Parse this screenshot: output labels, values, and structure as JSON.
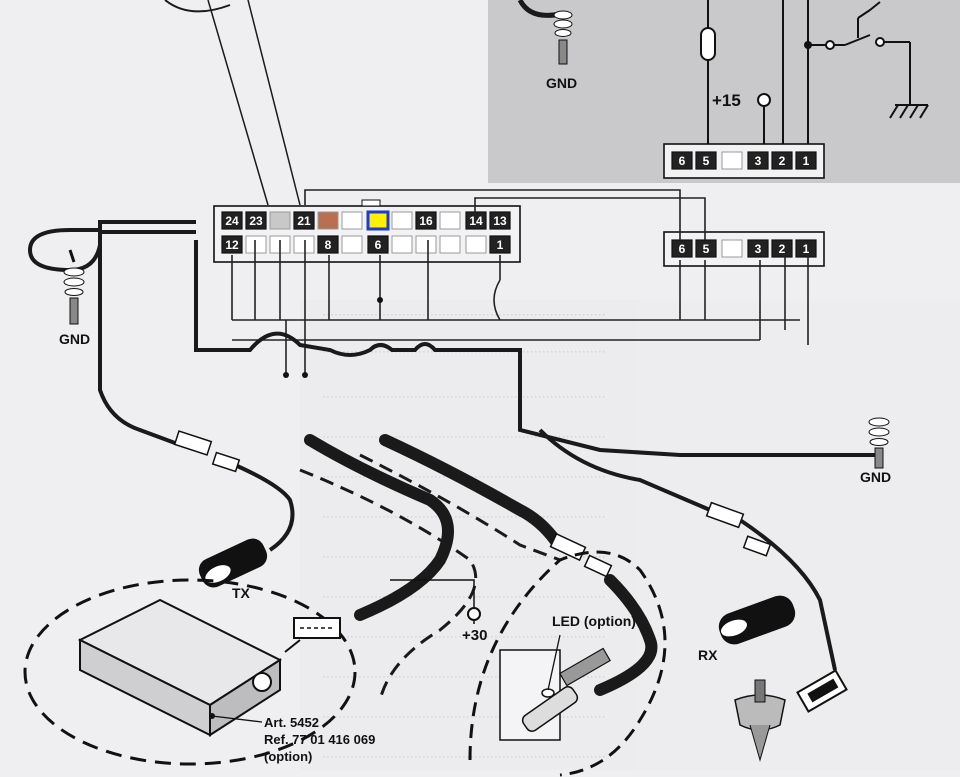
{
  "connector_left": {
    "top_pins": [
      "24",
      "23",
      "21",
      "16",
      "14",
      "13"
    ],
    "bottom_pins": [
      "12",
      "8",
      "6",
      "1"
    ],
    "colors": {
      "pin22": "#c8c8c8",
      "pin20": "#b87050",
      "pin19_fill": "#ffef00",
      "pin19_border": "#1f3ad0"
    }
  },
  "connector_right_top": {
    "pins": [
      "6",
      "5",
      "3",
      "2",
      "1"
    ]
  },
  "connector_right_bottom": {
    "pins": [
      "6",
      "5",
      "3",
      "2",
      "1"
    ]
  },
  "labels": {
    "gnd_top": "GND",
    "gnd_left": "GND",
    "gnd_right": "GND",
    "plus15": "+15",
    "plus30": "+30",
    "tx": "TX",
    "rx": "RX",
    "led": "LED (option)",
    "art_line1": "Art. 5452",
    "art_line2": "Ref. 77 01 416 069",
    "art_line3": "(option)"
  },
  "colors": {
    "inset_bg": "#c9c9cc",
    "wire": "#1a1a1a",
    "page_bg": "#efeff1"
  }
}
